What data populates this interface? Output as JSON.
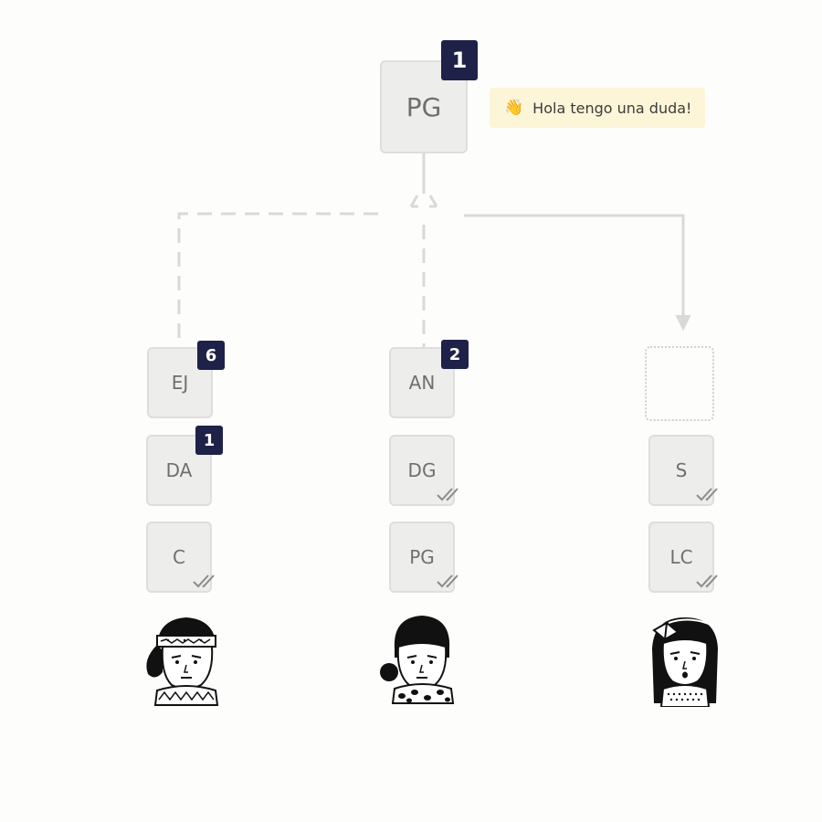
{
  "root": {
    "label": "PG",
    "badge": "1"
  },
  "bubble": {
    "text": "Hola tengo una duda!",
    "icon": "waving-hand-icon",
    "emoji": "👋"
  },
  "columns": [
    {
      "nodes": [
        {
          "label": "EJ",
          "badge": "6",
          "checked": false
        },
        {
          "label": "DA",
          "badge": "1",
          "checked": false
        },
        {
          "label": "C",
          "badge": "",
          "checked": true
        }
      ],
      "avatar": "person-bandana-avatar"
    },
    {
      "nodes": [
        {
          "label": "AN",
          "badge": "2",
          "checked": false
        },
        {
          "label": "DG",
          "badge": "",
          "checked": true
        },
        {
          "label": "PG",
          "badge": "",
          "checked": true
        }
      ],
      "avatar": "person-bob-hair-avatar"
    },
    {
      "nodes": [
        {
          "label": "",
          "badge": "",
          "checked": false,
          "empty": true
        },
        {
          "label": "S",
          "badge": "",
          "checked": true
        },
        {
          "label": "LC",
          "badge": "",
          "checked": true
        }
      ],
      "avatar": "person-bow-avatar"
    }
  ],
  "colors": {
    "badge": "#1e2148",
    "node_fill": "#ededeb",
    "bubble": "#fdf5d7",
    "line": "#d9d9d9"
  }
}
